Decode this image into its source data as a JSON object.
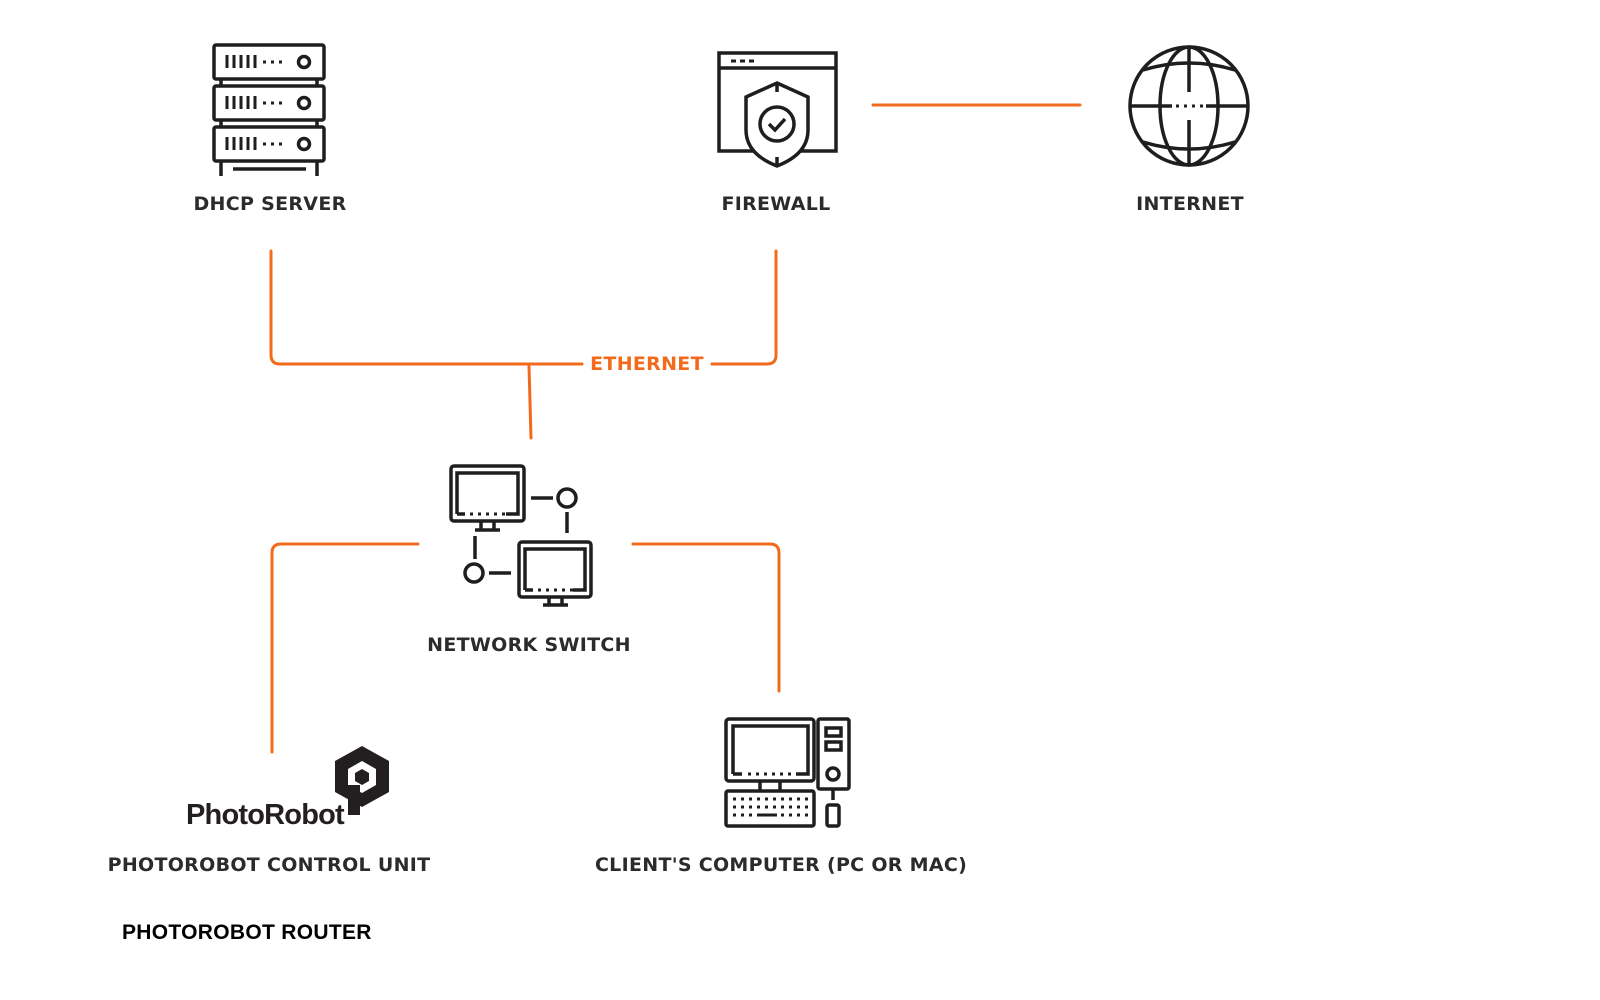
{
  "diagram": {
    "accent_color": "#f26b1d",
    "icon_color": "#1e1e1e",
    "nodes": {
      "dhcp_server": {
        "label": "DHCP SERVER",
        "icon": "server-rack-icon"
      },
      "firewall": {
        "label": "FIREWALL",
        "icon": "browser-shield-icon"
      },
      "internet": {
        "label": "INTERNET",
        "icon": "globe-icon"
      },
      "network_switch": {
        "label": "NETWORK SWITCH",
        "icon": "network-computers-icon"
      },
      "control_unit": {
        "label": "PHOTOROBOT CONTROL UNIT",
        "icon": "photorobot-logo",
        "logo_text": "PhotoRobot"
      },
      "client_computer": {
        "label": "CLIENT'S COMPUTER (PC OR MAC)",
        "icon": "desktop-computer-icon"
      }
    },
    "connections": [
      {
        "from": "firewall",
        "to": "internet"
      },
      {
        "from": "dhcp_server",
        "to": "network_switch",
        "via": "ethernet"
      },
      {
        "from": "firewall",
        "to": "network_switch",
        "via": "ethernet"
      },
      {
        "from": "network_switch",
        "to": "control_unit"
      },
      {
        "from": "network_switch",
        "to": "client_computer"
      }
    ],
    "bus_label": "ETHERNET",
    "footer_title": "PHOTOROBOT ROUTER"
  }
}
